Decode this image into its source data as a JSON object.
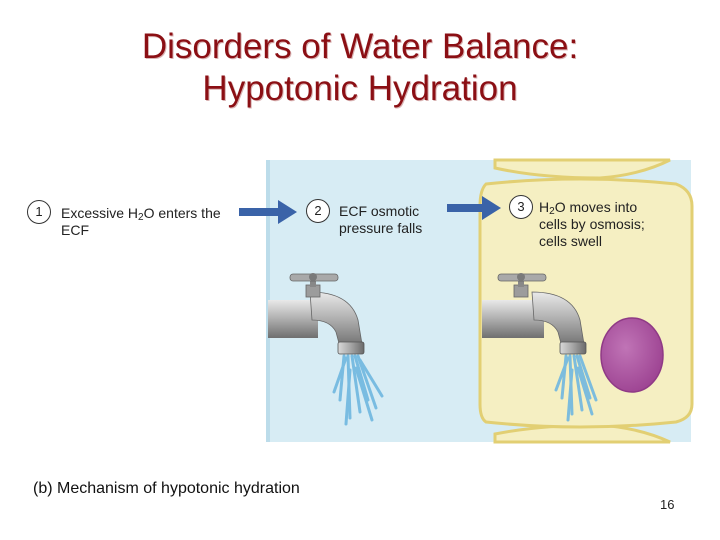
{
  "slide": {
    "title_line1": "Disorders of Water Balance:",
    "title_line2": "Hypotonic Hydration",
    "caption": "(b) Mechanism of hypotonic hydration",
    "page_number": "16"
  },
  "steps": [
    {
      "number": "1",
      "text_a": "Excessive H",
      "sub": "2",
      "text_b": "O enters the",
      "line2": "ECF"
    },
    {
      "number": "2",
      "line1": "ECF osmotic",
      "line2": "pressure falls"
    },
    {
      "number": "3",
      "text_a": "H",
      "sub": "2",
      "text_b": "O moves into",
      "line2": "cells by osmosis;",
      "line3": "cells swell"
    }
  ],
  "colors": {
    "title": "#8b0f14",
    "arrow": "#3a63a8",
    "ecf_panel": "#d7ecf4",
    "cell_fill": "#f5efc2",
    "cell_border": "#e2cf73",
    "nucleus": "#a94d9e",
    "water": "#6fb7e0"
  },
  "icons": [
    "right-arrow-icon",
    "faucet-icon",
    "water-stream-icon",
    "cell-icon",
    "nucleus-icon"
  ]
}
